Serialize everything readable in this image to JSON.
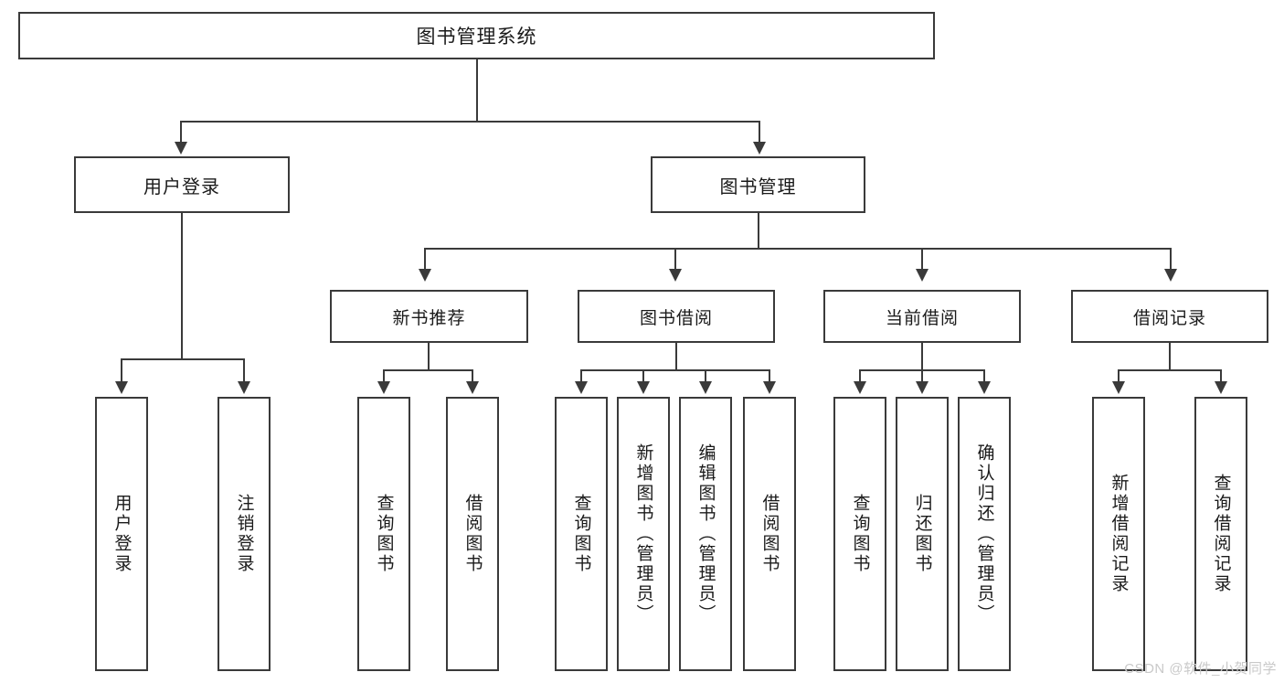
{
  "diagram": {
    "title": "图书管理系统",
    "type": "tree",
    "root": {
      "label": "图书管理系统"
    },
    "level2": [
      {
        "label": "用户登录"
      },
      {
        "label": "图书管理"
      }
    ],
    "level3": [
      {
        "label": "新书推荐"
      },
      {
        "label": "图书借阅"
      },
      {
        "label": "当前借阅"
      },
      {
        "label": "借阅记录"
      }
    ],
    "leaves": [
      {
        "label": "用户登录"
      },
      {
        "label": "注销登录"
      },
      {
        "label": "查询图书"
      },
      {
        "label": "借阅图书"
      },
      {
        "label": "查询图书"
      },
      {
        "label": "新增图书（管理员）"
      },
      {
        "label": "编辑图书（管理员）"
      },
      {
        "label": "借阅图书"
      },
      {
        "label": "查询图书"
      },
      {
        "label": "归还图书"
      },
      {
        "label": "确认归还（管理员）"
      },
      {
        "label": "新增借阅记录"
      },
      {
        "label": "查询借阅记录"
      }
    ],
    "colors": {
      "background": "#ffffff",
      "box_fill": "#ffffff",
      "stroke": "#3a3a3a",
      "text": "#1a1a1a",
      "watermark": "#c9c9c9"
    }
  },
  "watermark": {
    "text": "CSDN @软件_小贺同学"
  }
}
